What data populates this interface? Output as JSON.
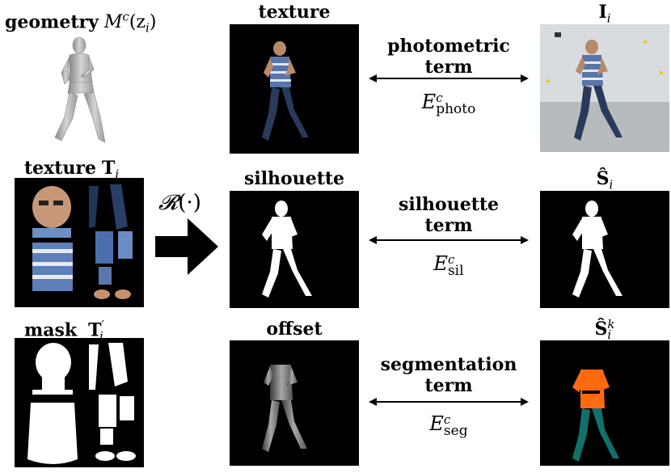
{
  "left": {
    "geometry": {
      "label": "geometry",
      "math_main": "M",
      "math_sup": "c",
      "math_arg": "(z",
      "math_sub": "i",
      "math_close": ")"
    },
    "texture": {
      "label": "texture",
      "math_main": "T",
      "math_sub": "i"
    },
    "mask": {
      "label": "mask",
      "math_main": "T",
      "math_prime": "′",
      "math_sub": "i"
    }
  },
  "render_op": {
    "main": "𝓡",
    "arg": "(·)"
  },
  "middle": {
    "texture": {
      "label": "texture"
    },
    "silhouette": {
      "label": "silhouette"
    },
    "offset": {
      "label": "offset"
    }
  },
  "terms": [
    {
      "line1": "photometric",
      "line2": "term",
      "energy": "E",
      "sup": "c",
      "sub": "photo"
    },
    {
      "line1": "silhouette",
      "line2": "term",
      "energy": "E",
      "sup": "c",
      "sub": "sil"
    },
    {
      "line1": "segmentation",
      "line2": "term",
      "energy": "E",
      "sup": "c",
      "sub": "seg"
    }
  ],
  "right": {
    "image": {
      "main": "I",
      "sub": "i"
    },
    "silhouette": {
      "main": "Ŝ",
      "sub": "i"
    },
    "segmentation": {
      "main": "Ŝ",
      "sup": "k",
      "sub": "i"
    }
  },
  "colors": {
    "shirt": "#ff6a10",
    "pants": "#12706a",
    "mesh": "#b9b9b9",
    "bg_photo": "#c9cdd0"
  }
}
